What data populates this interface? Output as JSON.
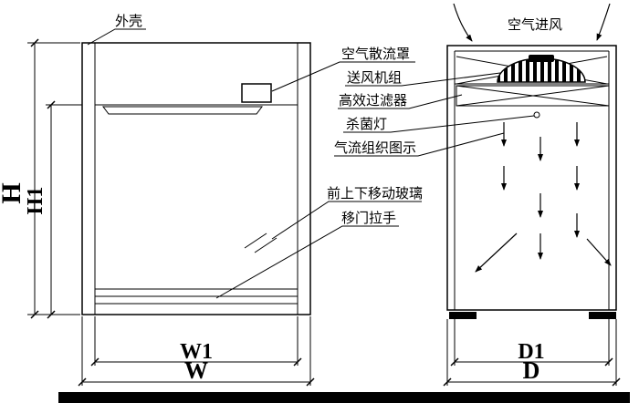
{
  "labels": {
    "outer_shell": "外壳",
    "air_diffuser": "空气散流罩",
    "fan_unit": "送风机组",
    "hepa_filter": "高效过滤器",
    "uv_lamp": "杀菌灯",
    "airflow_diagram": "气流组织图示",
    "moving_glass": "前上下移动玻璃",
    "door_handle": "移门拉手",
    "air_intake": "空气进风"
  },
  "dimensions": {
    "height": "H",
    "inner_height": "H1",
    "width": "W",
    "inner_width": "W1",
    "depth": "D",
    "inner_depth": "D1"
  },
  "colors": {
    "line": "#000000",
    "background": "#ffffff"
  }
}
